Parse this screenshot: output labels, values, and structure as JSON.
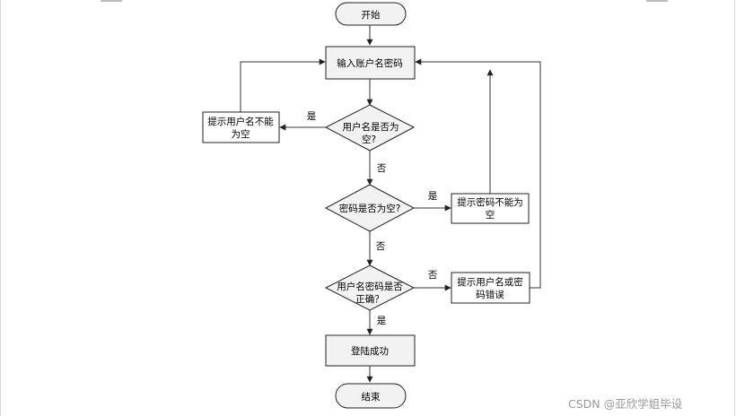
{
  "flowchart": {
    "nodes": {
      "start": "开始",
      "input": "输入账户名密码",
      "username_empty_q": [
        "用户名是否为",
        "空?"
      ],
      "password_empty_q": "密码是否为空?",
      "credentials_correct_q": [
        "用户名密码是否",
        "正确？"
      ],
      "login_success": "登陆成功",
      "end": "结束",
      "hint_username_empty": [
        "提示用户名不能",
        "为空"
      ],
      "hint_password_empty": [
        "提示密码不能为",
        "空"
      ],
      "hint_credentials_wrong": [
        "提示用户名或密",
        "码错误"
      ]
    },
    "edge_labels": {
      "username_empty_yes": "是",
      "username_empty_no": "否",
      "password_empty_yes": "是",
      "password_empty_no": "否",
      "credentials_no": "否",
      "credentials_yes": "是"
    }
  },
  "watermark": "CSDN @亚欣学姐毕设"
}
